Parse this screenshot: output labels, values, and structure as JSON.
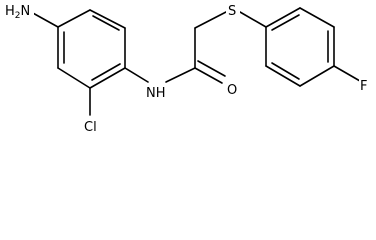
{
  "structure": {
    "atom_labels": {
      "amine": "H2N",
      "amine_prefix": "H",
      "amine_subscript": "2",
      "amine_suffix": "N",
      "chloro": "Cl",
      "amide_nitrogen": "NH",
      "carbonyl_oxygen": "O",
      "thioether_sulfur": "S",
      "fluoro": "F"
    }
  }
}
